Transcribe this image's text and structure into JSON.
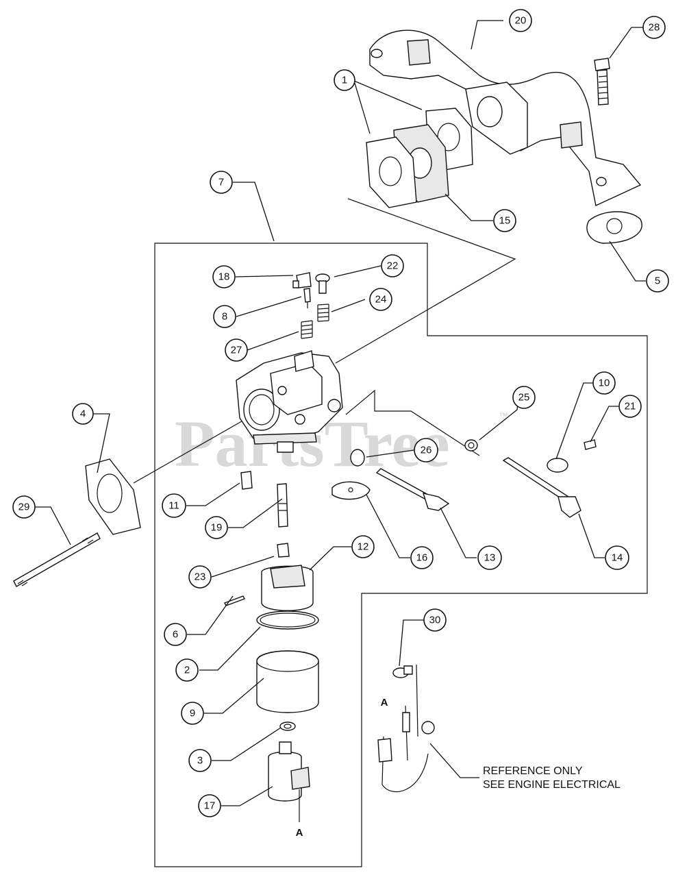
{
  "watermark": {
    "text": "PartsTree",
    "trademark": "™"
  },
  "note": {
    "line1": "REFERENCE ONLY",
    "line2": "SEE ENGINE ELECTRICAL"
  },
  "connector_label": "A",
  "callouts": [
    {
      "id": "c1",
      "label": "1"
    },
    {
      "id": "c2",
      "label": "2"
    },
    {
      "id": "c3",
      "label": "3"
    },
    {
      "id": "c4",
      "label": "4"
    },
    {
      "id": "c5",
      "label": "5"
    },
    {
      "id": "c6",
      "label": "6"
    },
    {
      "id": "c7",
      "label": "7"
    },
    {
      "id": "c8",
      "label": "8"
    },
    {
      "id": "c9",
      "label": "9"
    },
    {
      "id": "c10",
      "label": "10"
    },
    {
      "id": "c11",
      "label": "11"
    },
    {
      "id": "c12",
      "label": "12"
    },
    {
      "id": "c13",
      "label": "13"
    },
    {
      "id": "c14",
      "label": "14"
    },
    {
      "id": "c15",
      "label": "15"
    },
    {
      "id": "c16",
      "label": "16"
    },
    {
      "id": "c17",
      "label": "17"
    },
    {
      "id": "c18",
      "label": "18"
    },
    {
      "id": "c19",
      "label": "19"
    },
    {
      "id": "c20",
      "label": "20"
    },
    {
      "id": "c21",
      "label": "21"
    },
    {
      "id": "c22",
      "label": "22"
    },
    {
      "id": "c23",
      "label": "23"
    },
    {
      "id": "c24",
      "label": "24"
    },
    {
      "id": "c25",
      "label": "25"
    },
    {
      "id": "c26",
      "label": "26"
    },
    {
      "id": "c27",
      "label": "27"
    },
    {
      "id": "c28",
      "label": "28"
    },
    {
      "id": "c29",
      "label": "29"
    },
    {
      "id": "c30",
      "label": "30"
    }
  ]
}
